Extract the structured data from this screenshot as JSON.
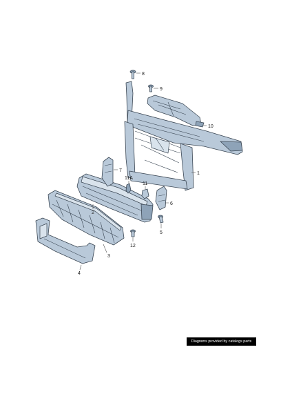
{
  "labels": {
    "l1": "1",
    "l2": "2",
    "l3": "3",
    "l4": "4",
    "l5": "5",
    "l6": "6",
    "l7": "7",
    "l8": "8",
    "l9": "9",
    "l10": "10",
    "l11": "11",
    "l11a": "11A",
    "l12": "12"
  },
  "credit": "Diagrams provided by catalogs parts"
}
